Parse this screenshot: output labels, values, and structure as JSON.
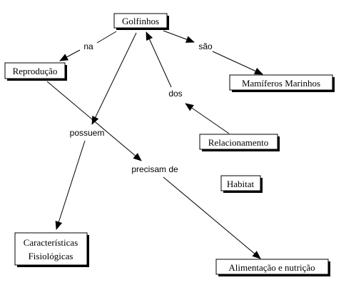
{
  "diagram": {
    "concepts": {
      "golfinhos": "Golfinhos",
      "reproducao": "Reprodução",
      "mamiferos": "Mamíferos Marinhos",
      "relacionamento": "Relacionamento",
      "habitat": "Habitat",
      "caracteristicas_1": "Características",
      "caracteristicas_2": "Fisiológicas",
      "alimentacao": "Alimentação e nutrição"
    },
    "links": {
      "na": "na",
      "sao": "são",
      "dos": "dos",
      "possuem": "possuem",
      "precisam_de": "precisam de"
    }
  }
}
